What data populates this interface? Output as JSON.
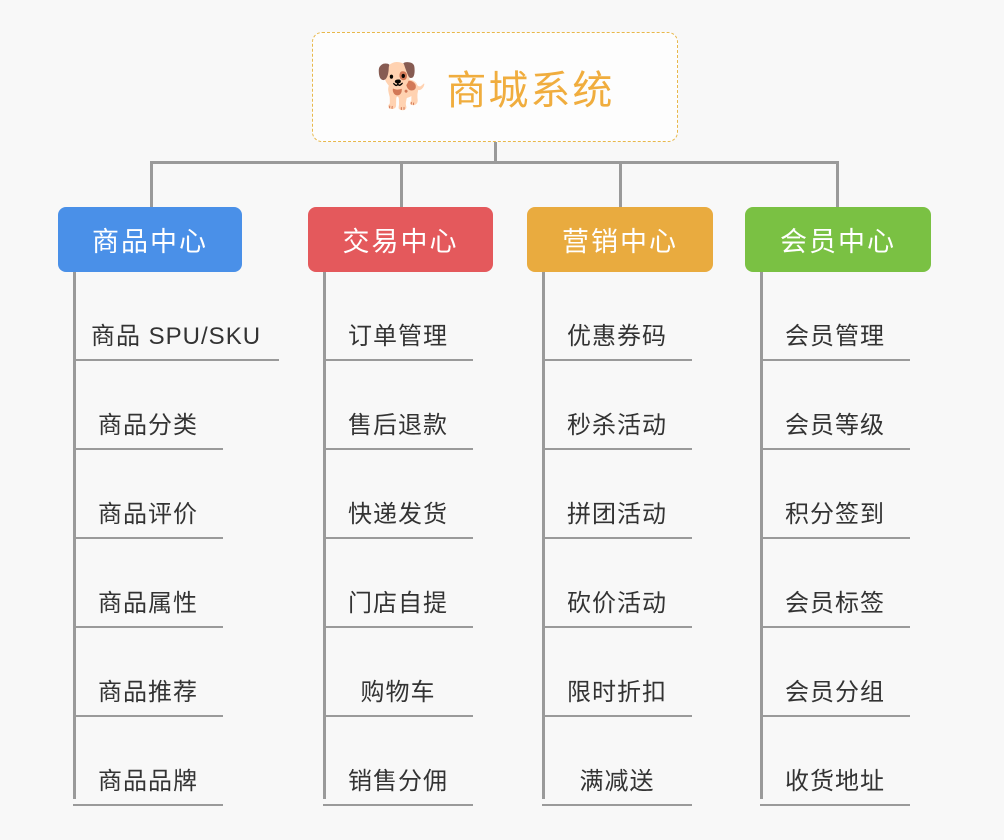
{
  "root": {
    "icon": "shiba-dog-emoji",
    "emoji": "🐕",
    "title": "商城系统",
    "border_color": "#e8b84b",
    "text_color": "#f0ad3e"
  },
  "categories": [
    {
      "label": "商品中心",
      "color": "#4a90e8",
      "items": [
        "商品 SPU/SKU",
        "商品分类",
        "商品评价",
        "商品属性",
        "商品推荐",
        "商品品牌"
      ]
    },
    {
      "label": "交易中心",
      "color": "#e4595c",
      "items": [
        "订单管理",
        "售后退款",
        "快递发货",
        "门店自提",
        "购物车",
        "销售分佣"
      ]
    },
    {
      "label": "营销中心",
      "color": "#e9ab3f",
      "items": [
        "优惠券码",
        "秒杀活动",
        "拼团活动",
        "砍价活动",
        "限时折扣",
        "满减送"
      ]
    },
    {
      "label": "会员中心",
      "color": "#7ac143",
      "items": [
        "会员管理",
        "会员等级",
        "积分签到",
        "会员标签",
        "会员分组",
        "收货地址"
      ]
    }
  ],
  "style": {
    "background": "#f8f8f8",
    "connector_color": "#9a9a9a",
    "leaf_text_color": "#333333"
  }
}
